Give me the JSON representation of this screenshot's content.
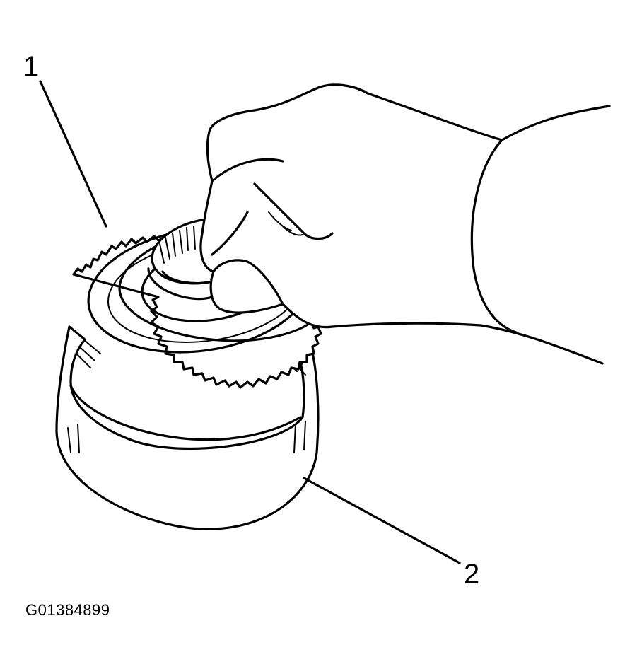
{
  "callouts": [
    {
      "label": "1",
      "part": "gear"
    },
    {
      "label": "2",
      "part": "housing"
    }
  ],
  "figure_id": "G01384899",
  "colors": {
    "ink": "#000000",
    "paper": "#ffffff"
  }
}
